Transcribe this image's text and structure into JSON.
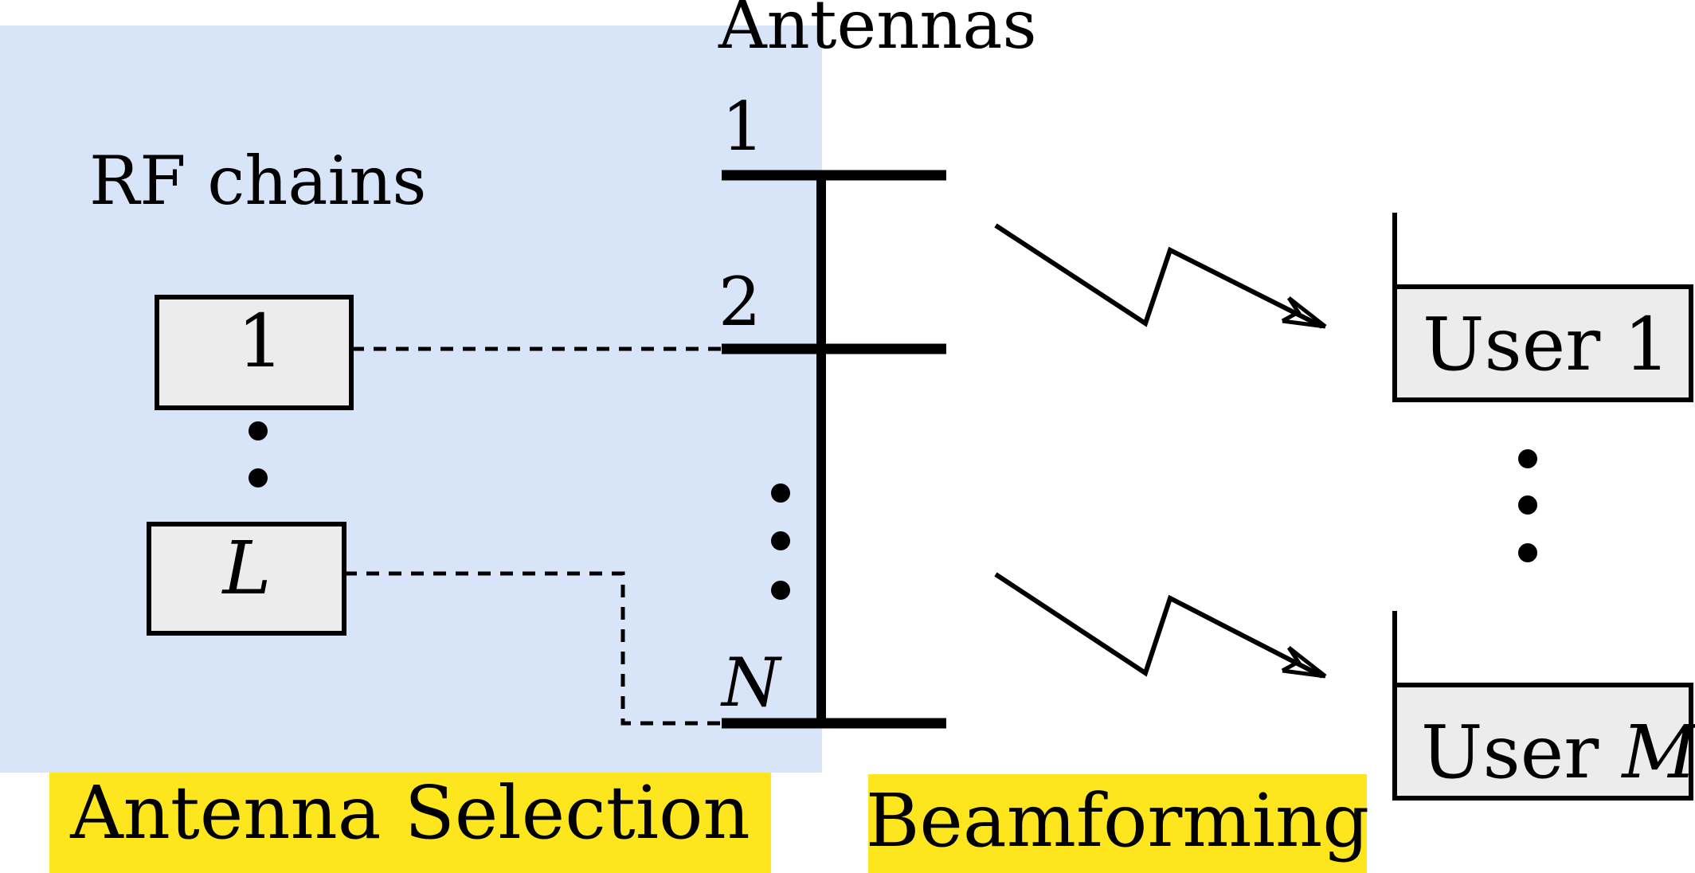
{
  "labels": {
    "antennas": "Antennas",
    "rf_chains": "RF chains",
    "antenna_selection": "Antenna Selection",
    "beamforming": "Beamforming"
  },
  "rf_chain_boxes": [
    {
      "label": "1",
      "italic": false
    },
    {
      "label": "L",
      "italic": true
    }
  ],
  "antenna_indices": [
    "1",
    "2",
    "N"
  ],
  "users": [
    {
      "prefix": "User ",
      "index": "1",
      "index_italic": false
    },
    {
      "prefix": "User ",
      "index": "M",
      "index_italic": true
    }
  ],
  "colors": {
    "selection_region": "#d8e4f8",
    "banner": "#fde61e",
    "box_fill": "#ececec",
    "stroke": "#000000"
  }
}
